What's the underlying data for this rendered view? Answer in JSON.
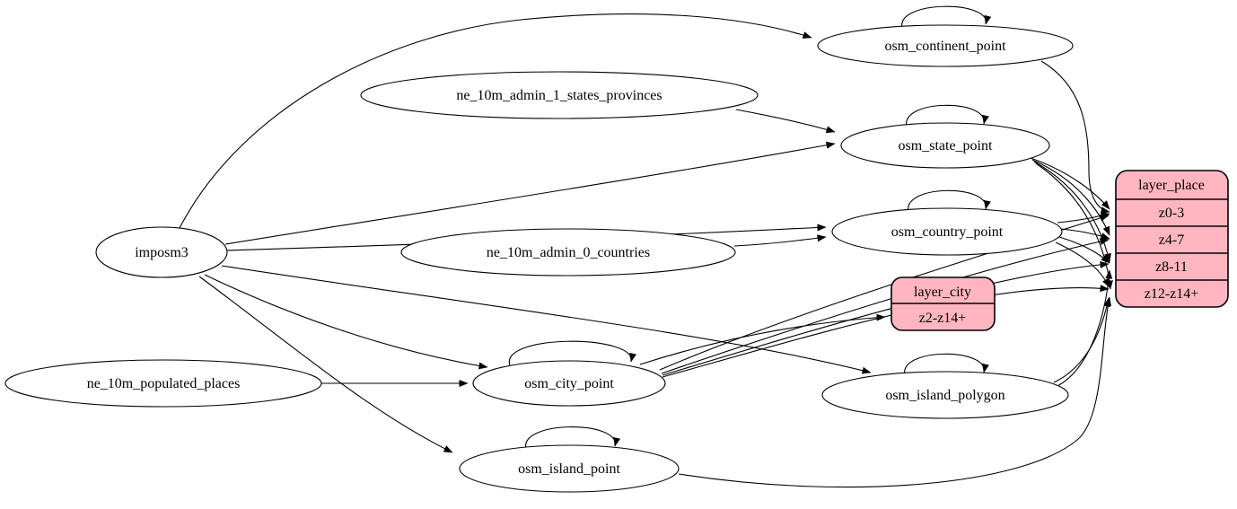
{
  "diagram": {
    "type": "graph",
    "background_color": "#ffffff",
    "edge_color": "#000000",
    "node_fill": "#ffffff",
    "record_fill": "#ffb6c1",
    "nodes": {
      "imposm3": {
        "label": "imposm3"
      },
      "ne_states": {
        "label": "ne_10m_admin_1_states_provinces"
      },
      "ne_countries": {
        "label": "ne_10m_admin_0_countries"
      },
      "ne_places": {
        "label": "ne_10m_populated_places"
      },
      "continent": {
        "label": "osm_continent_point"
      },
      "state": {
        "label": "osm_state_point"
      },
      "country": {
        "label": "osm_country_point"
      },
      "city": {
        "label": "osm_city_point"
      },
      "island_polygon": {
        "label": "osm_island_polygon"
      },
      "island_point": {
        "label": "osm_island_point"
      }
    },
    "records": {
      "layer_place": {
        "header": "layer_place",
        "rows": [
          "z0-3",
          "z4-7",
          "z8-11",
          "z12-z14+"
        ]
      },
      "layer_city": {
        "header": "layer_city",
        "rows": [
          "z2-z14+"
        ]
      }
    },
    "edges": [
      {
        "from": "imposm3",
        "to": "osm_continent_point"
      },
      {
        "from": "imposm3",
        "to": "osm_state_point"
      },
      {
        "from": "imposm3",
        "to": "osm_country_point"
      },
      {
        "from": "imposm3",
        "to": "osm_city_point"
      },
      {
        "from": "imposm3",
        "to": "osm_island_polygon"
      },
      {
        "from": "imposm3",
        "to": "osm_island_point"
      },
      {
        "from": "ne_10m_admin_1_states_provinces",
        "to": "osm_state_point"
      },
      {
        "from": "ne_10m_admin_0_countries",
        "to": "osm_country_point"
      },
      {
        "from": "ne_10m_populated_places",
        "to": "osm_city_point"
      },
      {
        "from": "osm_continent_point",
        "to": "osm_continent_point"
      },
      {
        "from": "osm_state_point",
        "to": "osm_state_point"
      },
      {
        "from": "osm_country_point",
        "to": "osm_country_point"
      },
      {
        "from": "osm_city_point",
        "to": "osm_city_point"
      },
      {
        "from": "osm_island_polygon",
        "to": "osm_island_polygon"
      },
      {
        "from": "osm_island_point",
        "to": "osm_island_point"
      },
      {
        "from": "osm_city_point",
        "to": "layer_city:z2-z14+"
      },
      {
        "from": "osm_continent_point",
        "to": "layer_place:z0-3"
      },
      {
        "from": "osm_state_point",
        "to": "layer_place:z0-3"
      },
      {
        "from": "osm_state_point",
        "to": "layer_place:z4-7"
      },
      {
        "from": "osm_state_point",
        "to": "layer_place:z8-11"
      },
      {
        "from": "osm_state_point",
        "to": "layer_place:z12-z14+"
      },
      {
        "from": "osm_country_point",
        "to": "layer_place:z0-3"
      },
      {
        "from": "osm_country_point",
        "to": "layer_place:z4-7"
      },
      {
        "from": "osm_country_point",
        "to": "layer_place:z8-11"
      },
      {
        "from": "osm_country_point",
        "to": "layer_place:z12-z14+"
      },
      {
        "from": "osm_city_point",
        "to": "layer_place:z0-3"
      },
      {
        "from": "osm_city_point",
        "to": "layer_place:z4-7"
      },
      {
        "from": "osm_city_point",
        "to": "layer_place:z8-11"
      },
      {
        "from": "osm_city_point",
        "to": "layer_place:z12-z14+"
      },
      {
        "from": "osm_island_polygon",
        "to": "layer_place:z8-11"
      },
      {
        "from": "osm_island_polygon",
        "to": "layer_place:z12-z14+"
      },
      {
        "from": "osm_island_point",
        "to": "layer_place:z12-z14+"
      }
    ]
  }
}
